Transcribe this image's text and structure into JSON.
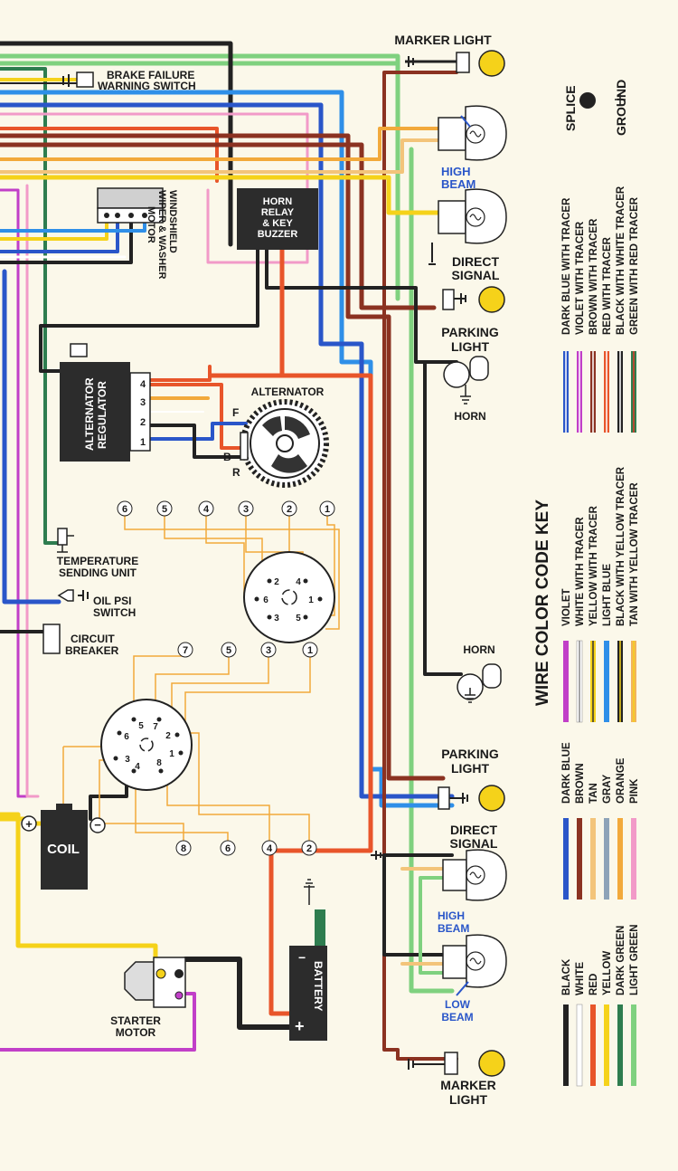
{
  "components": {
    "marker_light_top": "MARKER LIGHT",
    "brake_failure": [
      "BRAKE FAILURE",
      "WARNING SWITCH"
    ],
    "high_beam_top": [
      "HIGH",
      "BEAM"
    ],
    "direct_signal_top": [
      "DIRECT",
      "SIGNAL"
    ],
    "horn_relay": [
      "HORN",
      "RELAY",
      "& KEY",
      "BUZZER"
    ],
    "wiper_motor": [
      "WINDSHIELD",
      "WIPER & WASHER",
      "MOTOR"
    ],
    "parking_light_top": [
      "PARKING",
      "LIGHT"
    ],
    "horn_top": "HORN",
    "alternator_regulator": [
      "ALTERNATOR",
      "REGULATOR"
    ],
    "alternator": "ALTERNATOR",
    "alt_terminal_f": "F",
    "alt_terminal_b": "B",
    "alt_terminal_r": "R",
    "temp_sending": [
      "TEMPERATURE",
      "SENDING UNIT"
    ],
    "oil_psi": [
      "OIL PSI",
      "SWITCH"
    ],
    "circuit_breaker": [
      "CIRCUIT",
      "BREAKER"
    ],
    "horn_bottom": "HORN",
    "parking_light_bottom": [
      "PARKING",
      "LIGHT"
    ],
    "direct_signal_bottom": [
      "DIRECT",
      "SIGNAL"
    ],
    "high_beam_bottom": [
      "HIGH",
      "BEAM"
    ],
    "low_beam": [
      "LOW",
      "BEAM"
    ],
    "coil": "COIL",
    "coil_plus": "+",
    "coil_minus": "−",
    "battery": "BATTERY",
    "battery_minus": "−",
    "battery_plus": "+",
    "starter_motor": [
      "STARTER",
      "MOTOR"
    ],
    "marker_light_bottom": [
      "MARKER",
      "LIGHT"
    ]
  },
  "connector_upper": {
    "top_numbers": [
      "6",
      "5",
      "4",
      "3",
      "2",
      "1"
    ],
    "pins": [
      "2",
      "4",
      "6",
      "1",
      "3",
      "5"
    ]
  },
  "connector_lower": {
    "top_numbers": [
      "7",
      "5",
      "3",
      "1"
    ],
    "bottom_numbers": [
      "8",
      "6",
      "4",
      "2"
    ],
    "pins": [
      "5",
      "7",
      "2",
      "6",
      "1",
      "3",
      "4",
      "8"
    ]
  },
  "regulator_pins": [
    "4",
    "3",
    "2",
    "1"
  ],
  "symbols": {
    "splice": "SPLICE",
    "ground": "GROUND"
  },
  "tracer_key": [
    {
      "label": "DARK BLUE WITH  TRACER",
      "base": "#2a56c9",
      "tracer": "#ffffff"
    },
    {
      "label": "VIOLET WITH TRACER",
      "base": "#c13fc8",
      "tracer": "#ffffff"
    },
    {
      "label": "BROWN WITH TRACER",
      "base": "#8b3221",
      "tracer": "#ffffff"
    },
    {
      "label": "RED WITH TRACER",
      "base": "#e8552a",
      "tracer": "#ffffff"
    },
    {
      "label": "BLACK WITH WHITE TRACER",
      "base": "#222222",
      "tracer": "#ffffff"
    },
    {
      "label": "GREEN WITH RED TRACER",
      "base": "#2e7d4f",
      "tracer": "#e03a2a"
    }
  ],
  "key_title": "WIRE COLOR CODE KEY",
  "key_group1": [
    {
      "label": "VIOLET",
      "color": "#c13fc8",
      "tracer": ""
    },
    {
      "label": "WHITE WITH TRACER",
      "color": "#ffffff",
      "tracer": "#888888"
    },
    {
      "label": "YELLOW WITH TRACER",
      "color": "#f5d21a",
      "tracer": "#333333"
    },
    {
      "label": "LIGHT BLUE",
      "color": "#2f8fe8",
      "tracer": ""
    },
    {
      "label": "BLACK WITH YELLOW TRACER",
      "color": "#222222",
      "tracer": "#f5d21a"
    },
    {
      "label": "TAN WITH YELLOW TRACER",
      "color": "#f3b45a",
      "tracer": "#f5d21a"
    }
  ],
  "key_group2": [
    {
      "label": "DARK BLUE",
      "color": "#2a56c9"
    },
    {
      "label": "BROWN",
      "color": "#8b3221"
    },
    {
      "label": "TAN",
      "color": "#f3c47a"
    },
    {
      "label": "GRAY",
      "color": "#8ea3b8"
    },
    {
      "label": "ORANGE",
      "color": "#f2a93b"
    },
    {
      "label": "PINK",
      "color": "#f29ac8"
    }
  ],
  "key_group3": [
    {
      "label": "BLACK",
      "color": "#222222"
    },
    {
      "label": "WHITE",
      "color": "#ffffff"
    },
    {
      "label": "RED",
      "color": "#e8552a"
    },
    {
      "label": "YELLOW",
      "color": "#f5d21a"
    },
    {
      "label": "DARK GREEN",
      "color": "#2e7d4f"
    },
    {
      "label": "LIGHT GREEN",
      "color": "#7fd17f"
    }
  ]
}
